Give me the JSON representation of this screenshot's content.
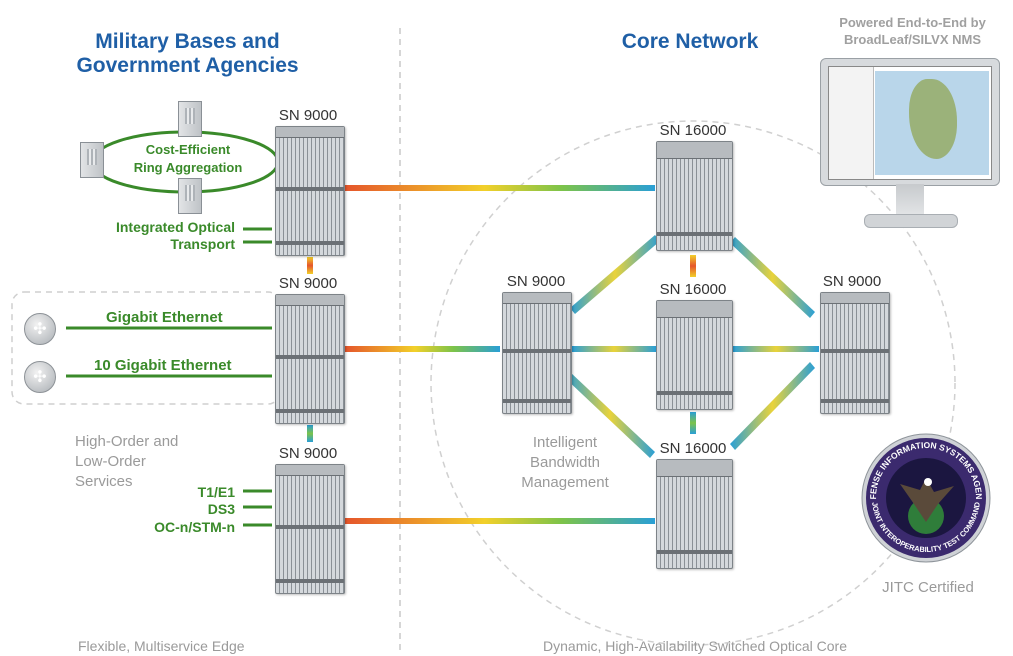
{
  "left_title": "Military Bases and\nGovernment Agencies",
  "core_title": "Core Network",
  "nms_caption": "Powered End-to-End by\nBroadLeaf/SILVX NMS",
  "ring_label": "Cost-Efficient\nRing Aggregation",
  "optical_label": "Integrated Optical\nTransport",
  "gige_label": "Gigabit Ethernet",
  "tengige_label": "10 Gigabit Ethernet",
  "services_label": "High-Order and\nLow-Order\nServices",
  "tdm_labels": [
    "T1/E1",
    "DS3",
    "OC-n/STM-n"
  ],
  "bandwidth_label": "Intelligent\nBandwidth\nManagement",
  "jitc_label": "JITC Certified",
  "edge_caption": "Flexible, Multiservice Edge",
  "core_caption": "Dynamic, High-Availability Switched Optical Core",
  "devices": {
    "edge_top": "SN 9000",
    "edge_mid": "SN 9000",
    "edge_bot": "SN 9000",
    "core_left": "SN 9000",
    "core_right": "SN 9000",
    "core_top": "SN 16000",
    "core_mid": "SN 16000",
    "core_bot": "SN 16000"
  },
  "seal": {
    "top_text": "DEFENSE INFORMATION SYSTEMS AGENCY",
    "bottom_text": "JOINT INTEROPERABILITY TEST COMMAND"
  },
  "colors": {
    "title_blue": "#1f5fa6",
    "green": "#3a8a2a",
    "gray_text": "#9a9a9a",
    "seal_purple": "#3b2a6e"
  }
}
